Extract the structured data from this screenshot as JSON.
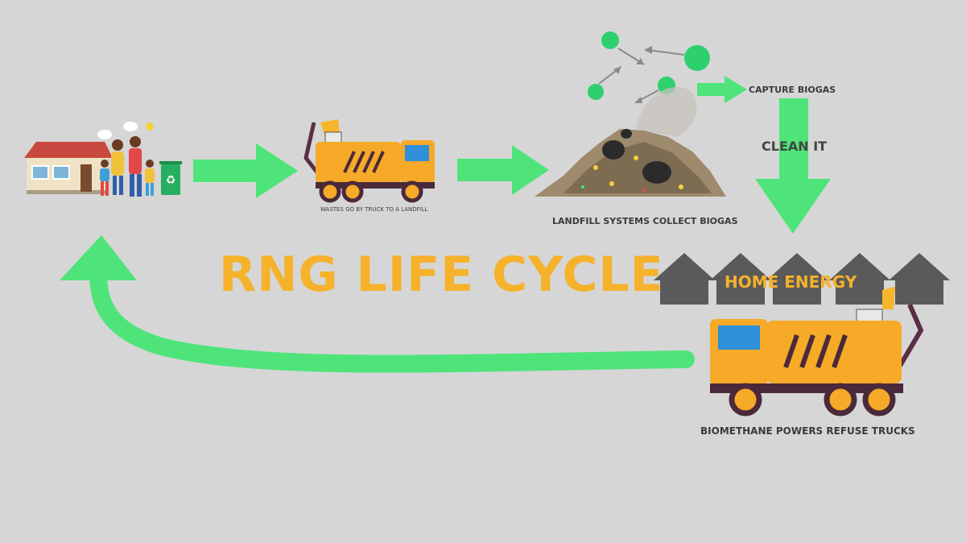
{
  "title": "RNG LIFE CYCLE",
  "labels": {
    "truck_to_landfill": "WASTES GO BY TRUCK TO A LANDFILL",
    "landfill_collect": "LANDFILL SYSTEMS COLLECT BIOGAS",
    "capture": "CAPTURE BIOGAS",
    "clean": "CLEAN IT",
    "home_energy": "HOME ENERGY",
    "refuse_trucks": "BIOMETHANE POWERS REFUSE TRUCKS"
  },
  "colors": {
    "background": "#d6d6d6",
    "arrow_green": "#4ee47a",
    "title_orange": "#f5b22a",
    "truck_orange": "#f7a928",
    "house_gray": "#5a5a5a",
    "molecule_green": "#2ed06e"
  },
  "icons": [
    "family-house-icon",
    "garbage-truck-icon",
    "landfill-pile-icon",
    "biogas-molecules-icon",
    "houses-row-icon",
    "refuse-truck-icon",
    "recycle-bin-icon"
  ]
}
